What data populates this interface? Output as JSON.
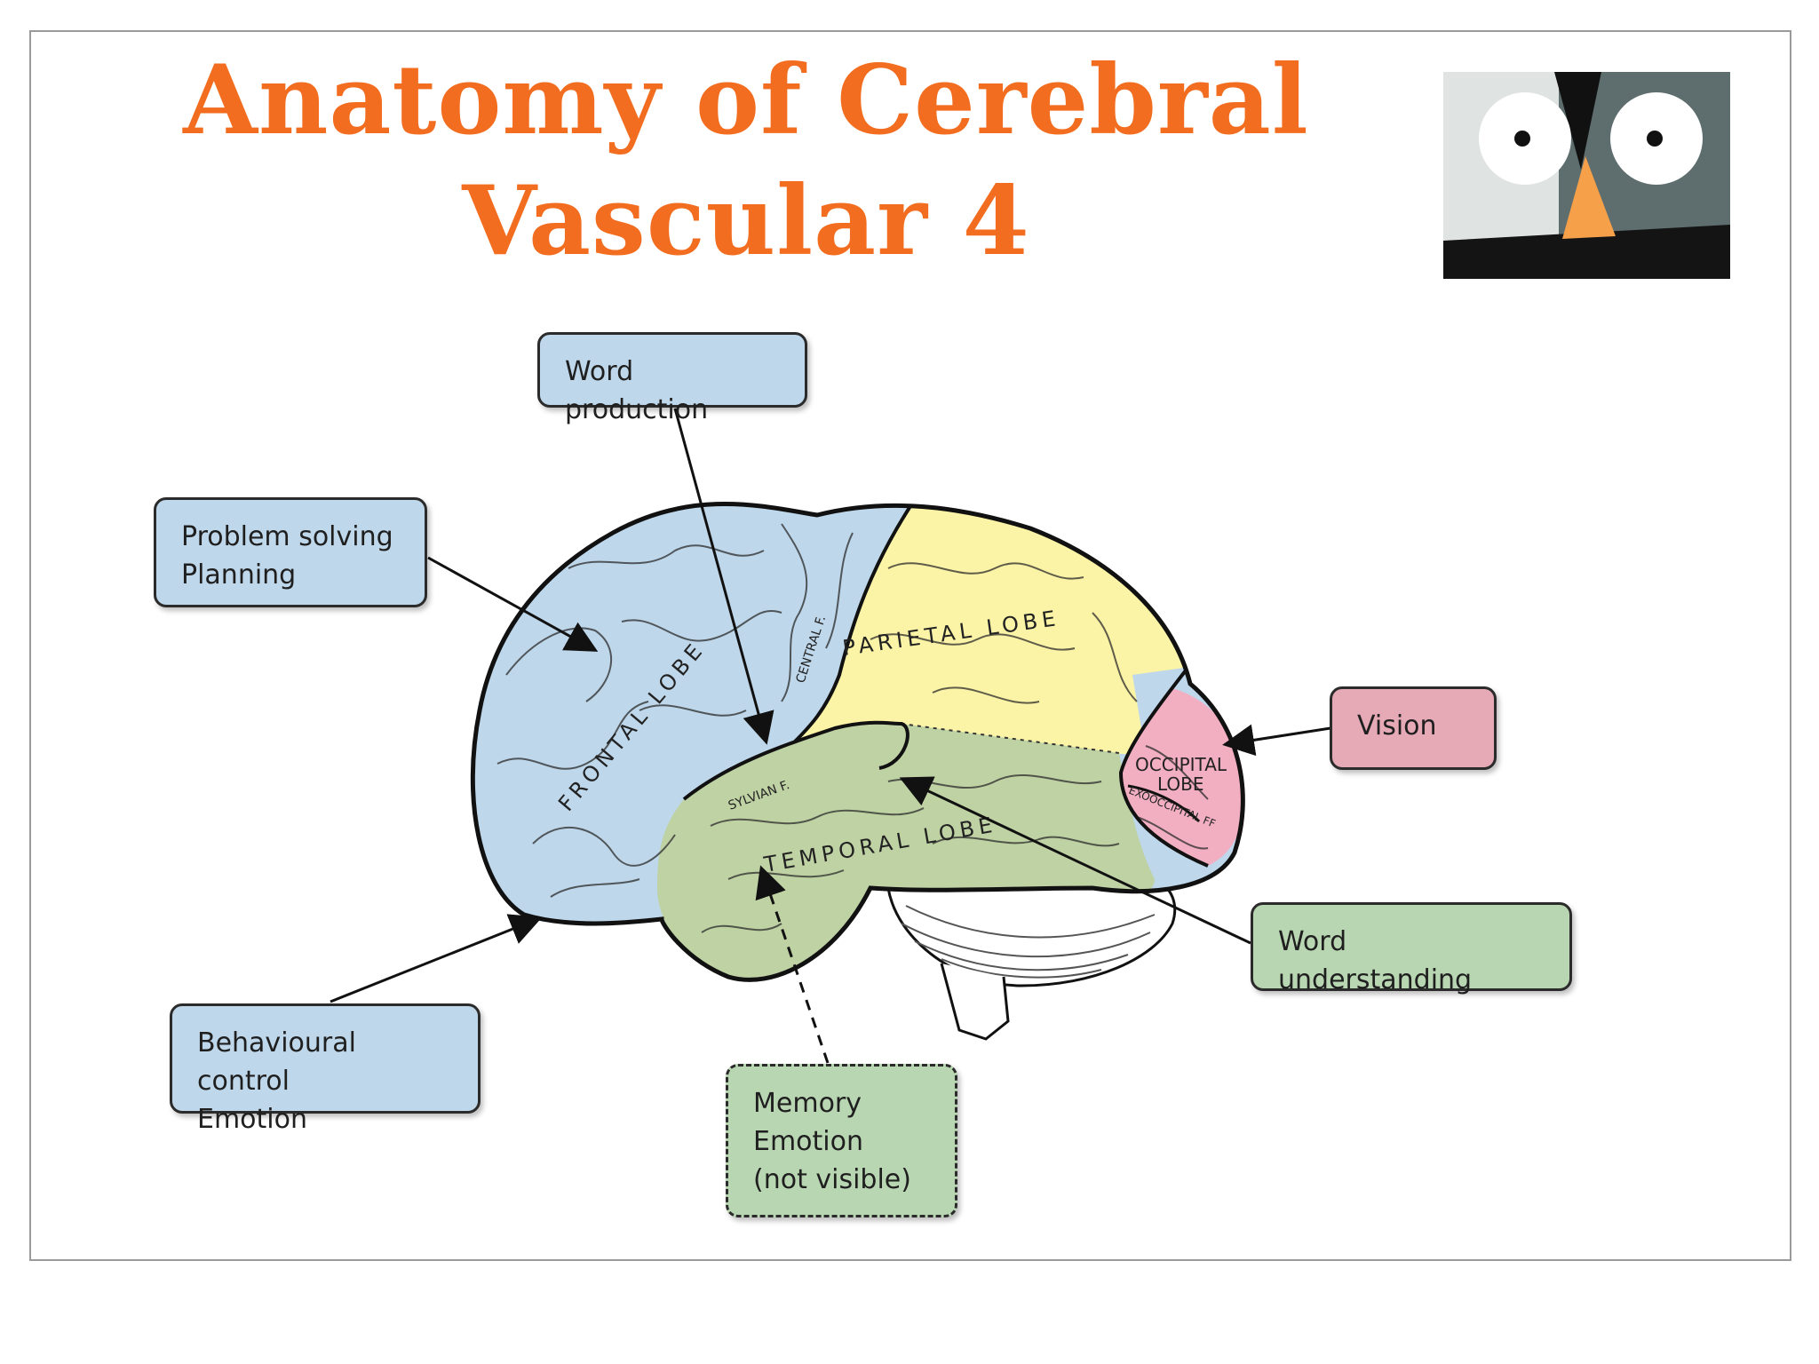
{
  "title": {
    "line1": "Anatomy of Cerebral",
    "line2": "Vascular 4"
  },
  "brain_labels": {
    "frontal": "FRONTAL LOBE",
    "parietal": "PARIETAL LOBE",
    "temporal": "TEMPORAL LOBE",
    "occipital_1": "OCCIPITAL",
    "occipital_2": "LOBE",
    "central": "CENTRAL F.",
    "sylvian": "SYLVIAN F.",
    "exooccipital": "EXOOCCIPITAL FF"
  },
  "callouts": {
    "word_production": {
      "line1": "Word production"
    },
    "problem_solving": {
      "line1": "Problem solving",
      "line2": "Planning"
    },
    "behavioural": {
      "line1": "Behavioural control",
      "line2": "Emotion"
    },
    "memory": {
      "line1": "Memory",
      "line2": "Emotion",
      "line3": "(not visible)"
    },
    "vision": {
      "line1": "Vision"
    },
    "word_understanding": {
      "line1": "Word understanding"
    }
  },
  "colors": {
    "title": "#f26d1f",
    "frontal": "#bed7ea",
    "parietal": "#fbf3a6",
    "temporal": "#bfd2a4",
    "occipital": "#f2afc1",
    "cerebellum": "#ffffff"
  }
}
